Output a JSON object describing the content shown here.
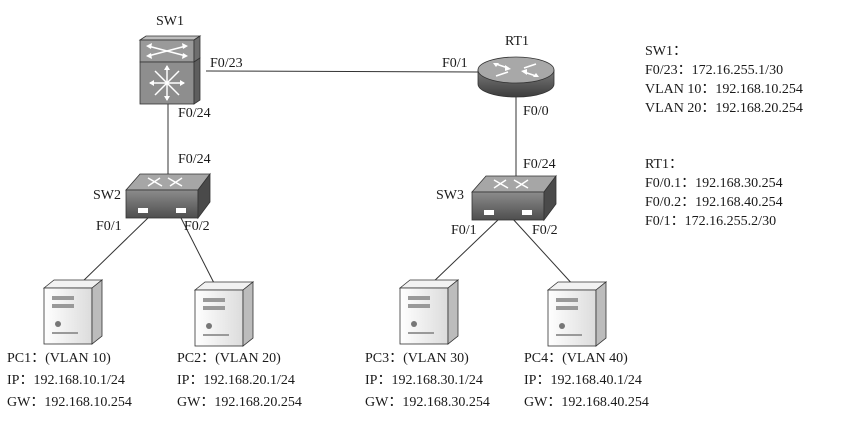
{
  "devices": {
    "sw1": {
      "name": "SW1"
    },
    "rt1": {
      "name": "RT1"
    },
    "sw2": {
      "name": "SW2"
    },
    "sw3": {
      "name": "SW3"
    }
  },
  "ports": {
    "sw1_f023": "F0/23",
    "sw1_f024": "F0/24",
    "rt1_f01": "F0/1",
    "rt1_f00": "F0/0",
    "sw2_f024": "F0/24",
    "sw2_f01": "F0/1",
    "sw2_f02": "F0/2",
    "sw3_f024": "F0/24",
    "sw3_f01": "F0/1",
    "sw3_f02": "F0/2"
  },
  "pcs": [
    {
      "title": "PC1：(VLAN 10)",
      "ip": "IP：192.168.10.1/24",
      "gw": "GW：192.168.10.254"
    },
    {
      "title": "PC2：(VLAN 20)",
      "ip": "IP：192.168.20.1/24",
      "gw": "GW：192.168.20.254"
    },
    {
      "title": "PC3：(VLAN 30)",
      "ip": "IP：192.168.30.1/24",
      "gw": "GW：192.168.30.254"
    },
    {
      "title": "PC4：(VLAN 40)",
      "ip": "IP：192.168.40.1/24",
      "gw": "GW：192.168.40.254"
    }
  ],
  "config": {
    "sw1": {
      "heading": "SW1：",
      "lines": [
        "F0/23：172.16.255.1/30",
        "VLAN 10：192.168.10.254",
        "VLAN 20：192.168.20.254"
      ]
    },
    "rt1": {
      "heading": "RT1：",
      "lines": [
        "F0/0.1：192.168.30.254",
        "F0/0.2：192.168.40.254",
        "F0/1：172.16.255.2/30"
      ]
    }
  }
}
